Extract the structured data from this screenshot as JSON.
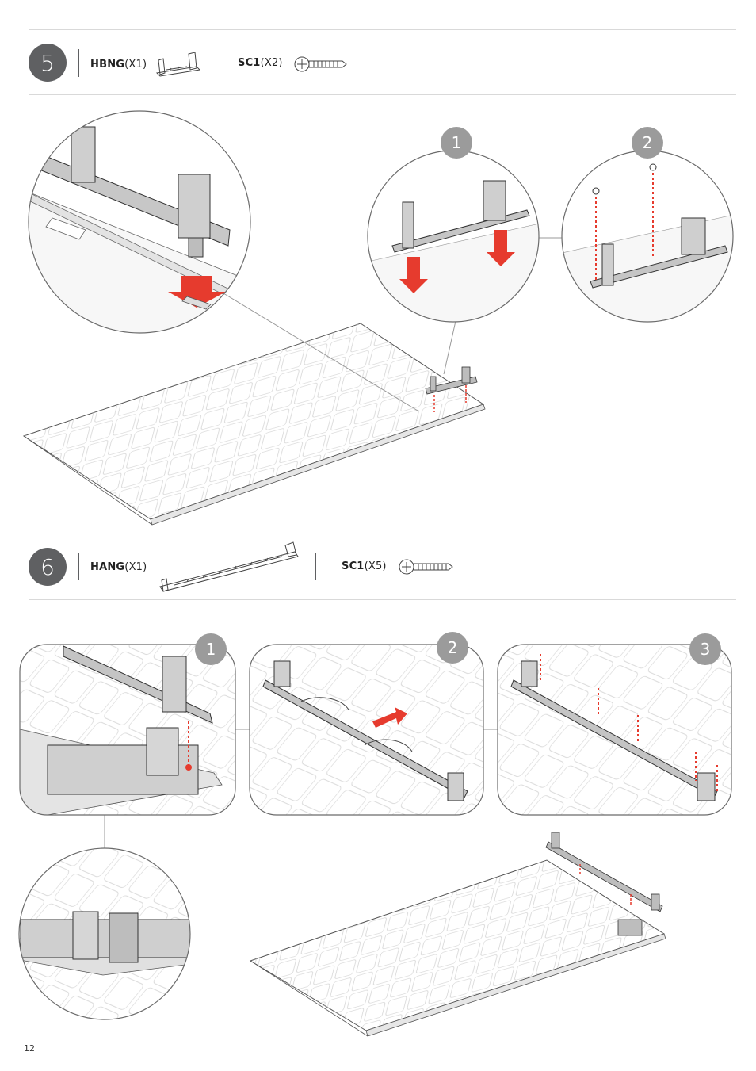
{
  "step5": {
    "number": "5",
    "part1": {
      "code": "HBNG",
      "qty": "(X1)"
    },
    "part2": {
      "code": "SC1",
      "qty": "(X2)"
    },
    "substeps": [
      "1",
      "2"
    ]
  },
  "step6": {
    "number": "6",
    "part1": {
      "code": "HANG",
      "qty": "(X1)"
    },
    "part2": {
      "code": "SC1",
      "qty": "(X5)"
    },
    "substeps": [
      "1",
      "2",
      "3"
    ]
  },
  "page_number": "12",
  "colors": {
    "accent_red": "#e63b2e",
    "badge_dark": "#5f6062",
    "badge_light": "#9b9b9b",
    "line": "#bfbfbf"
  }
}
